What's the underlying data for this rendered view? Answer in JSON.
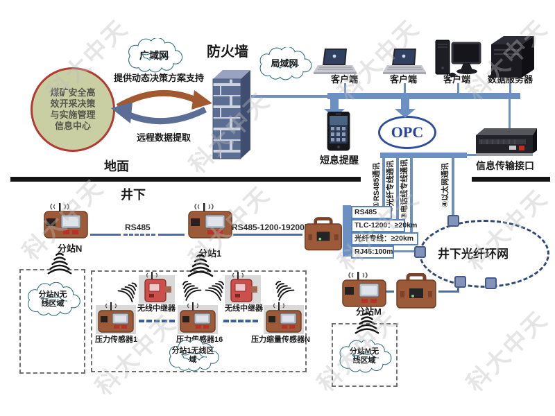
{
  "watermark": "科大中天",
  "colors": {
    "accent_blue": "#6b90c1",
    "line_blue": "#4a6ca8",
    "ring_blue": "#2f4878",
    "teal": "#2e6e7c",
    "brown": "#9c5a38",
    "repeater_red": "#cb4f4a",
    "circle_fill": "#c9cfa3",
    "circle_border": "#b23a32",
    "opc_blue": "#2443a0"
  },
  "surface": {
    "ground_label": "地面",
    "firewall_label": "防火墙",
    "wan_cloud": "广域网",
    "lan_cloud": "局域网",
    "info_center_lines": [
      "煤矿安全高",
      "效开采决策",
      "与实施管理",
      "信息中心"
    ],
    "provide_support": "提供动态决策方案支持",
    "remote_extract": "远程数据提取",
    "client_labels": [
      "客户端",
      "客户端",
      "客户端"
    ],
    "data_server_label": "数据服务器",
    "sms_label": "短息提醒",
    "opc_label": "OPC",
    "interface_label": "信息传输接口"
  },
  "underground": {
    "label": "井下",
    "station_n": "分站N",
    "station_1": "分站1",
    "station_m": "分站M",
    "rs485_link_label": "RS485",
    "rs485_speed_label": "RS485-1200-19200bps",
    "comm_line_labels": [
      "①RS485通讯",
      "②光纤专线通讯",
      "③电话线专线通讯",
      "④以太网通讯"
    ],
    "spec_labels": [
      "RS485",
      "TLC-1200：≥20km",
      "光纤专线：≥20km",
      "RJ45:100m"
    ],
    "ring_label": "井下光纤环网",
    "repeater_labels": [
      "无线中继器",
      "无线中继器"
    ],
    "sensor_labels": [
      "压力传感器1",
      "压力传感器16",
      "压力缩量传感器N"
    ],
    "zone_n": {
      "line1": "分站N无",
      "line2": "线区域"
    },
    "zone_1": {
      "line1": "分站1无线区",
      "line2": "域"
    },
    "zone_m": {
      "line1": "分站M无",
      "line2": "线区域"
    }
  }
}
